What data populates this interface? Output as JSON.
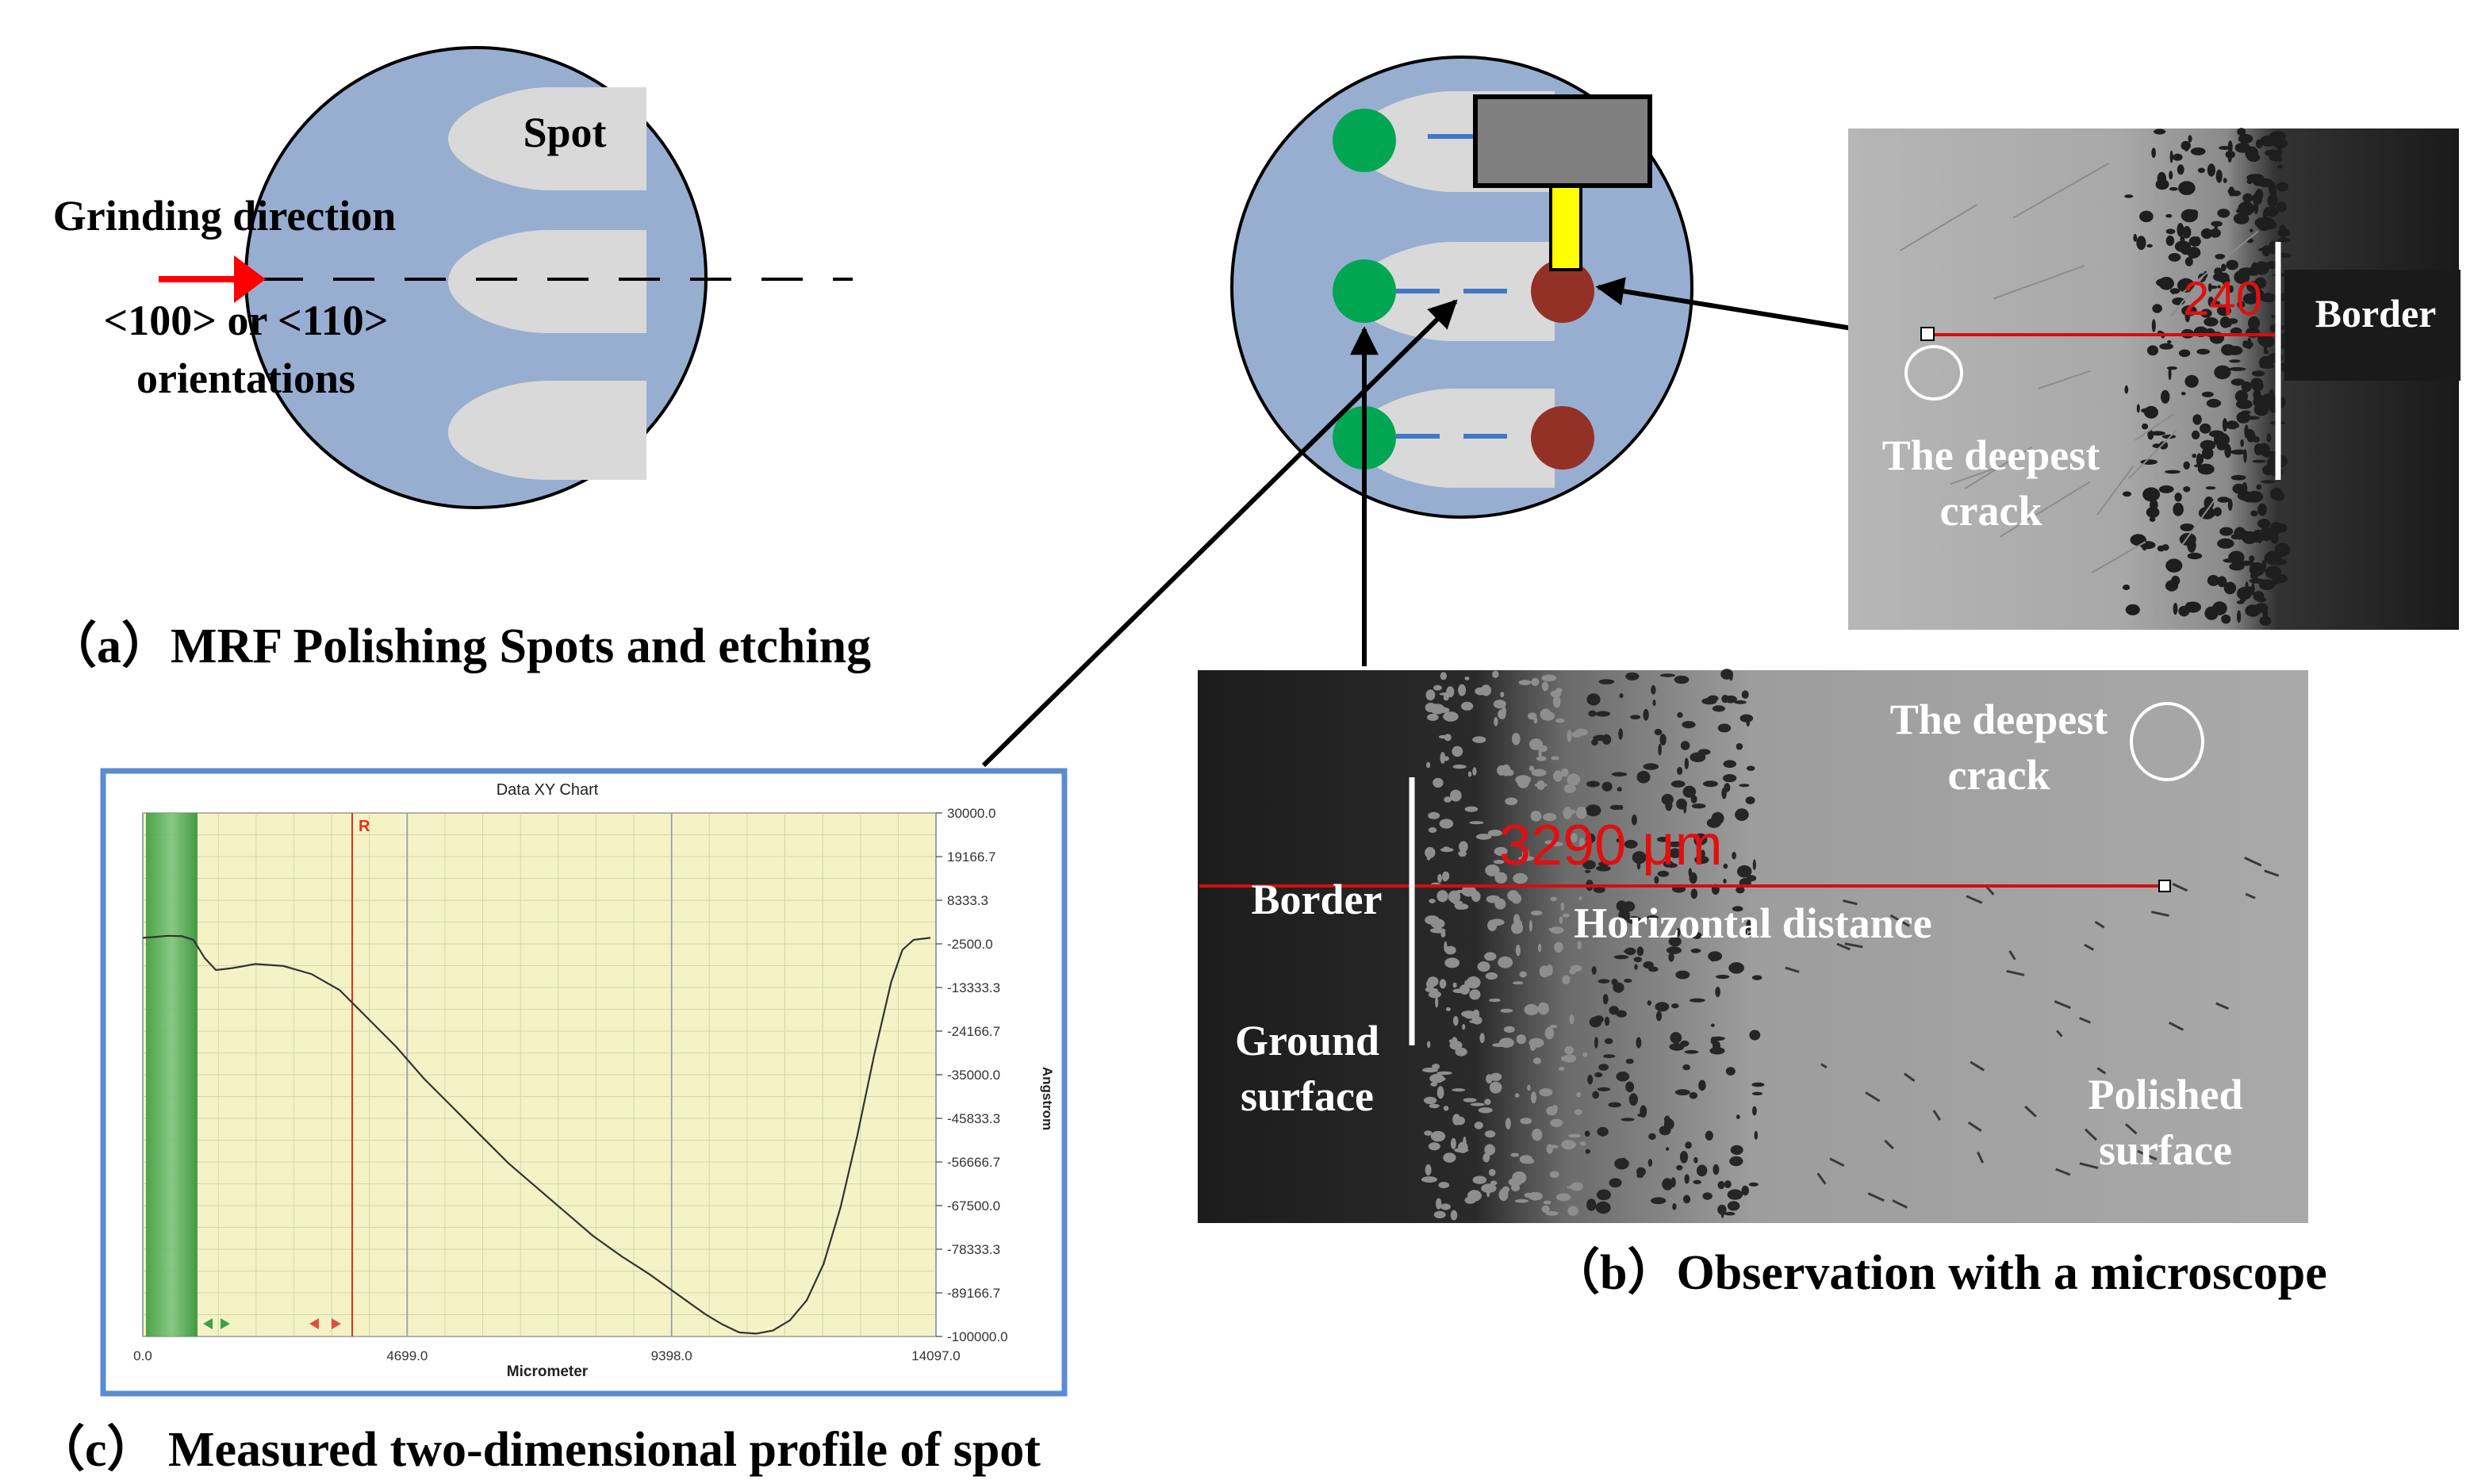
{
  "panel_a": {
    "caption": "（a）MRF Polishing Spots and etching",
    "spot_label": "Spot",
    "arrow_label": "Grinding direction",
    "orientation_line1": "<100> or <110>",
    "orientation_line2": "orientations"
  },
  "panel_b": {
    "caption": "（b）Observation with a microscope",
    "top_image": {
      "measure": "240",
      "border": "Border",
      "crack_line1": "The deepest",
      "crack_line2": "crack"
    },
    "bottom_image": {
      "measure": "3290 μm",
      "border": "Border",
      "distance": "Horizontal distance",
      "crack_line1": "The deepest",
      "crack_line2": "crack",
      "ground_line1": "Ground",
      "ground_line2": "surface",
      "polished_line1": "Polished",
      "polished_line2": "surface"
    }
  },
  "panel_c": {
    "caption": "（c） Measured two-dimensional profile of spot",
    "chart_title": "Data XY Chart",
    "xlabel": "Micrometer",
    "ylabel": "Angstrom",
    "marker": "R",
    "colors": {
      "background": "#f5f3c6",
      "line": "#333333",
      "marker": "#e03020",
      "band": "#3aa24a"
    }
  },
  "chart_data": {
    "type": "line",
    "title": "Data XY Chart",
    "xlabel": "Micrometer",
    "ylabel": "Angstrom",
    "xlim": [
      0.0,
      14097.0
    ],
    "ylim": [
      -100000.0,
      30000.0
    ],
    "x_ticks": [
      "0.0",
      "4699.0",
      "9398.0",
      "14097.0"
    ],
    "y_ticks": [
      "30000.0",
      "19166.7",
      "8333.3",
      "-2500.0",
      "-13333.3",
      "-24166.7",
      "-35000.0",
      "-45833.3",
      "-56666.7",
      "-67500.0",
      "-78333.3",
      "-89166.7",
      "-100000.0"
    ],
    "x_tick_values": [
      0,
      4699,
      9398,
      14097
    ],
    "y_tick_values": [
      30000,
      19166.7,
      8333.3,
      -2500,
      -13333.3,
      -24166.7,
      -35000,
      -45833.3,
      -56666.7,
      -67500,
      -78333.3,
      -89166.7,
      -100000
    ],
    "series": [
      {
        "x": [
          0,
          200,
          450,
          700,
          900,
          1100,
          1300,
          1600,
          2000,
          2500,
          3000,
          3500,
          4000,
          4500,
          5000,
          5500,
          6000,
          6500,
          7000,
          7500,
          8000,
          8500,
          9000,
          9500,
          10000,
          10300,
          10600,
          10900,
          11200,
          11500,
          11800,
          12100,
          12400,
          12700,
          13000,
          13300,
          13500,
          13700,
          14000
        ],
        "y": [
          -1000,
          -800,
          -500,
          -600,
          -1500,
          -6000,
          -9000,
          -8500,
          -7500,
          -8000,
          -10000,
          -14000,
          -21000,
          -28000,
          -36000,
          -43000,
          -50000,
          -57000,
          -63000,
          -69000,
          -75000,
          -80000,
          -84500,
          -89500,
          -94500,
          -97000,
          -99000,
          -99300,
          -98500,
          -96000,
          -91000,
          -82000,
          -68000,
          -50000,
          -30000,
          -12000,
          -4000,
          -1500,
          -1000
        ]
      }
    ]
  },
  "colors": {
    "wafer": "#97aed0",
    "spot": "#d9d9d9",
    "green_dot": "#00a651",
    "red_dot": "#943126",
    "arrow_red": "#ff0000",
    "frame_blue": "#5b8bd0",
    "yellow": "#ffff00",
    "gray_block": "#7f7f7f"
  }
}
